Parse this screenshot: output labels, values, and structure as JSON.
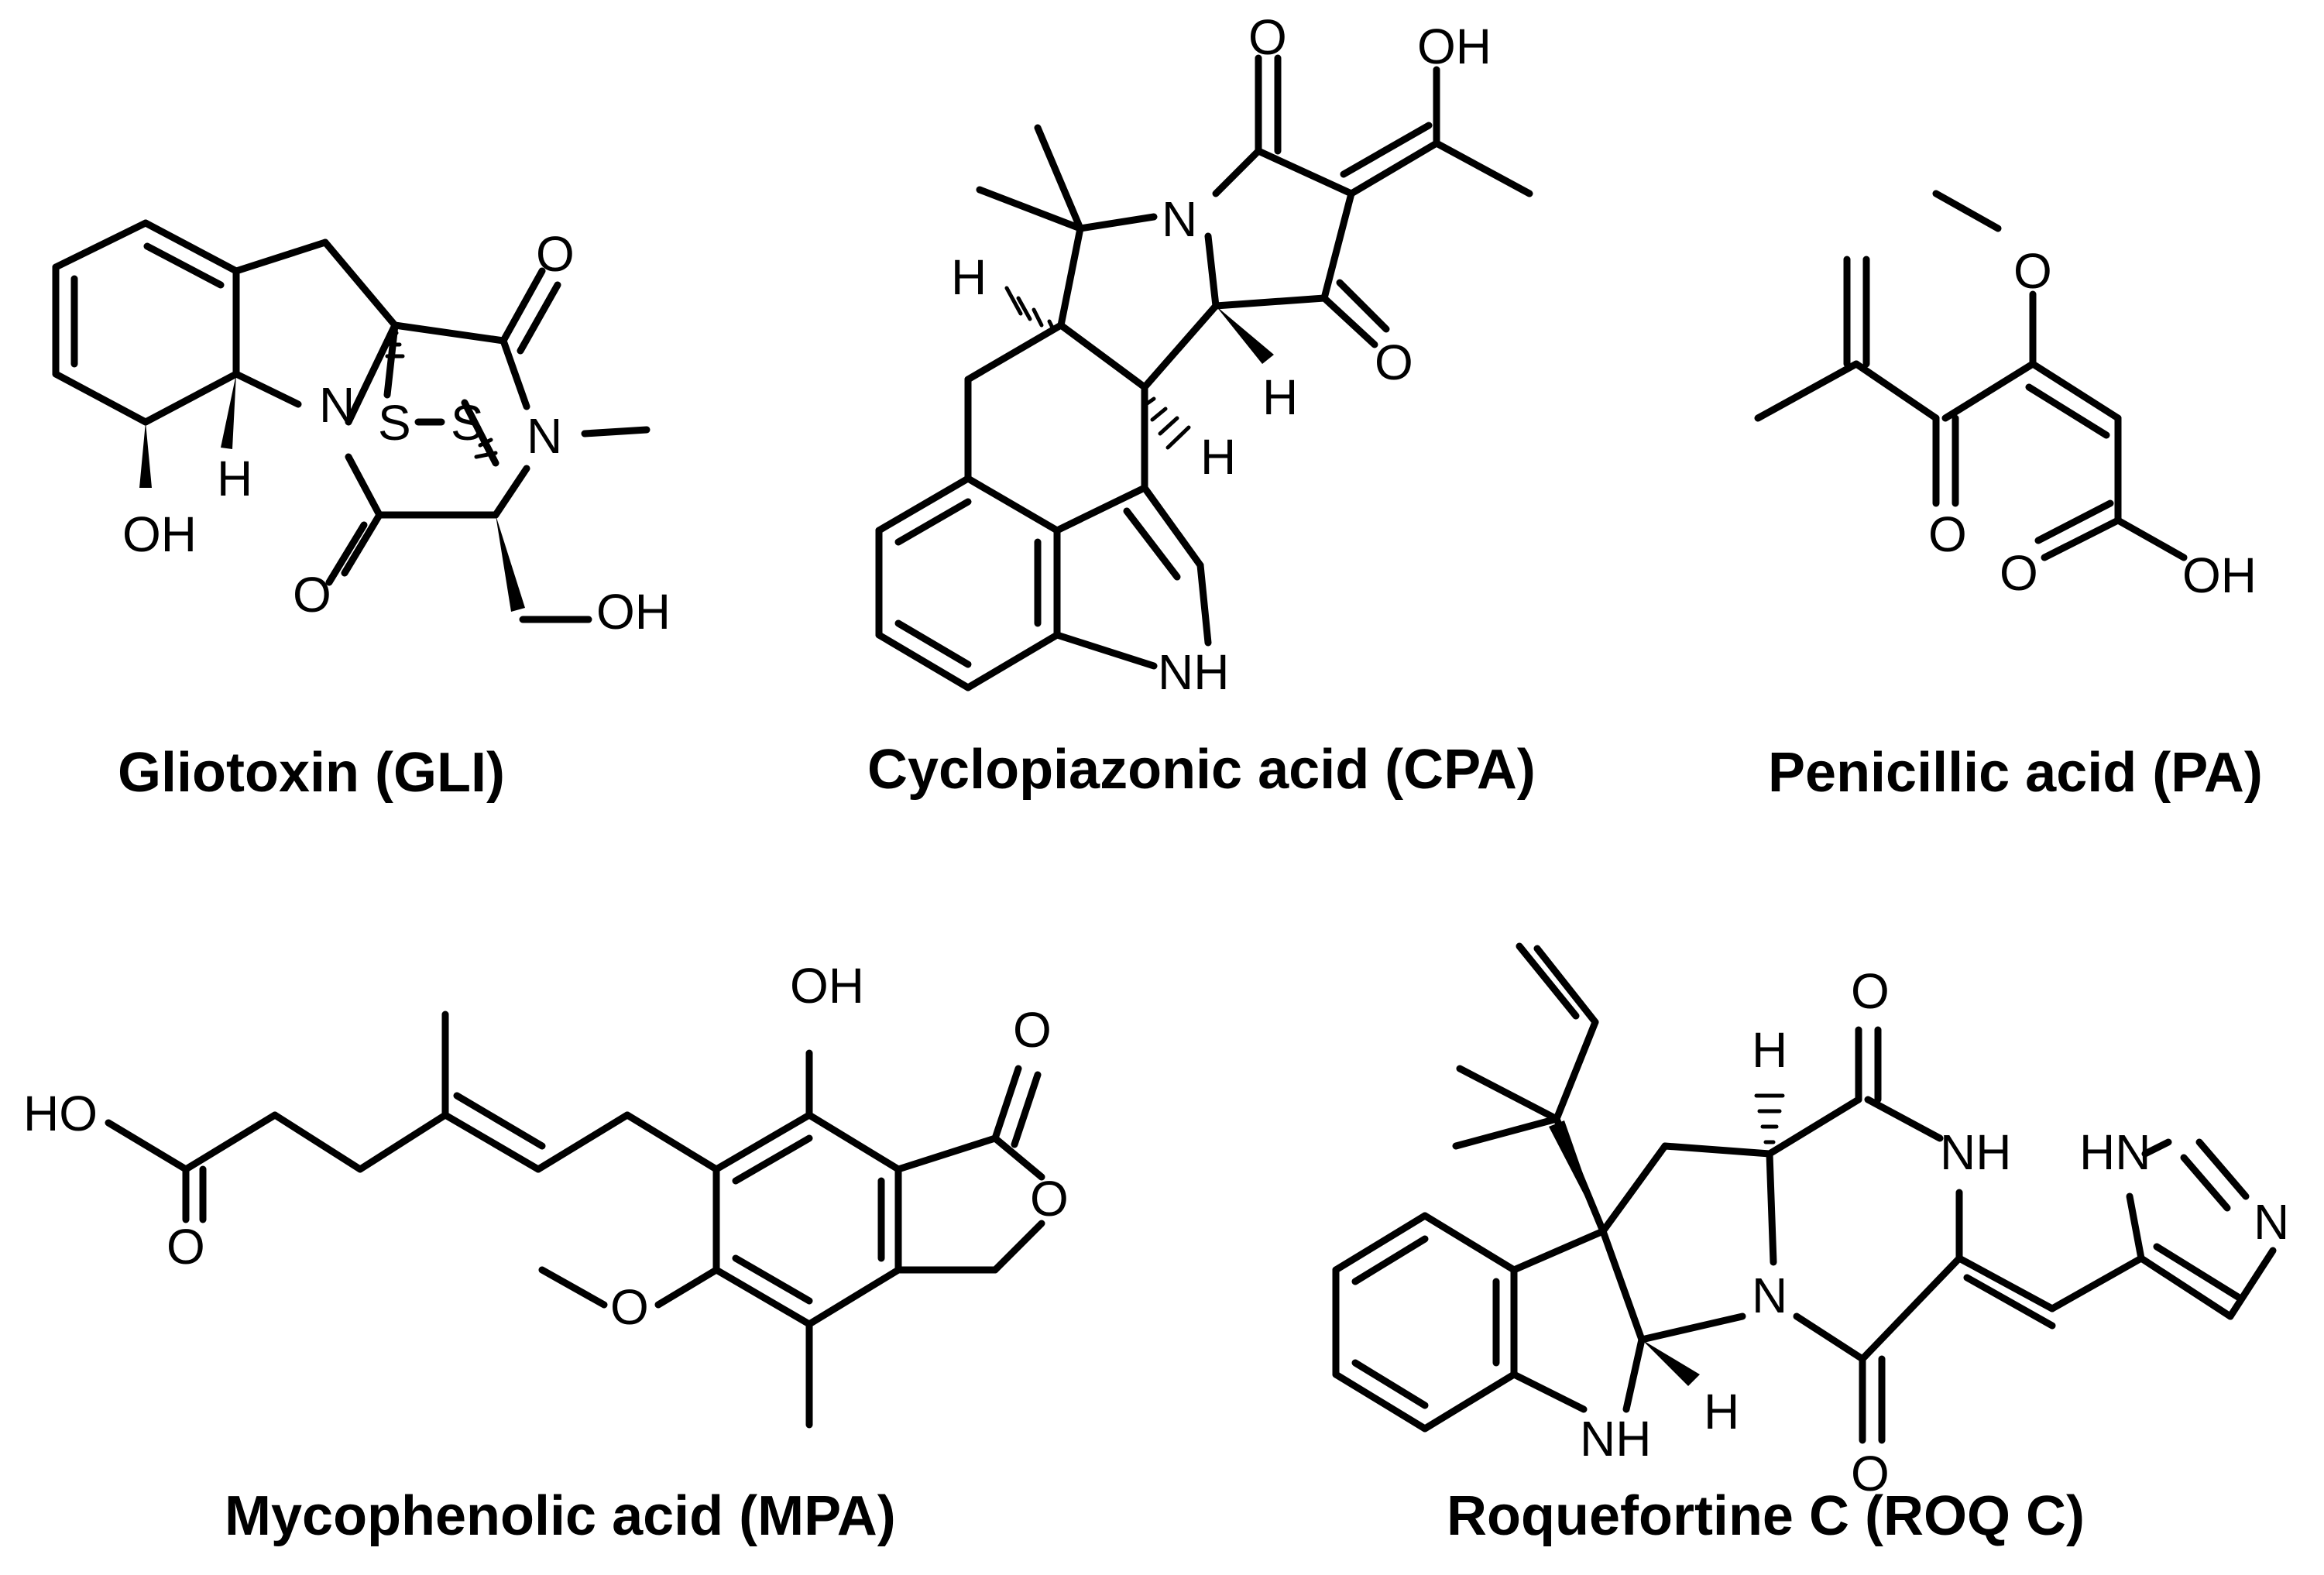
{
  "compounds": {
    "gli": {
      "name": "Gliotoxin (GLI)",
      "atoms": {
        "n1": "N",
        "n2": "N",
        "s1": "S",
        "s2": "S",
        "o1": "O",
        "o2": "O",
        "oh1": "OH",
        "oh2": "OH",
        "h1": "H"
      }
    },
    "cpa": {
      "name": "Cyclopiazonic acid (CPA)",
      "atoms": {
        "n1": "N",
        "nh": "NH",
        "o1": "O",
        "o2": "O",
        "oh": "OH",
        "h1": "H",
        "h2": "H",
        "h3": "H"
      }
    },
    "pa": {
      "name": "Penicillic acid (PA)",
      "atoms": {
        "o_ether": "O",
        "o_keto": "O",
        "o_acid": "O",
        "oh": "OH"
      }
    },
    "mpa": {
      "name": "Mycophenolic acid (MPA)",
      "atoms": {
        "ho": "HO",
        "o_acid": "O",
        "oh": "OH",
        "o_ether": "O",
        "o_lac_c": "O",
        "o_lac_r": "O"
      }
    },
    "roq": {
      "name": "Roquefortine C (ROQ C)",
      "atoms": {
        "n_ring": "N",
        "nh_amide": "NH",
        "nh_indole": "NH",
        "hn_imid": "HN",
        "n_imid": "N",
        "o1": "O",
        "o2": "O",
        "h1": "H",
        "h2": "H"
      }
    }
  }
}
